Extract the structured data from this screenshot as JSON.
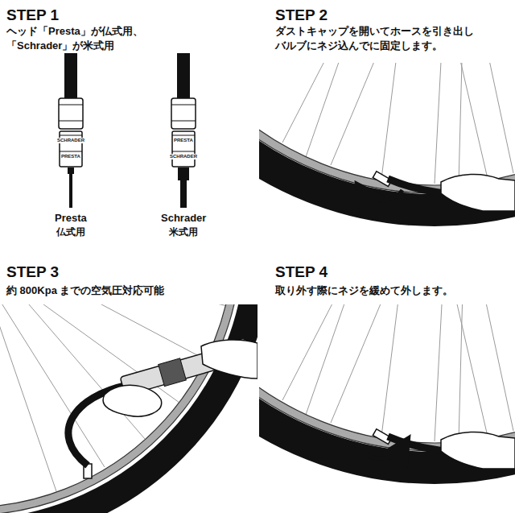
{
  "diagram": {
    "labels": [
      "STEP 1",
      "ヘッド「Presta」が仏式用、 「Schrader」が米式用",
      "SCHRADER",
      "PRESTA",
      "PRESTA",
      "SCHRADER",
      "Presta",
      "仏式用",
      "Schrader",
      "米式用",
      "STEP 2",
      "ダストキャップを開いてホースを引き出し バルブにネジ込んでに固定します。",
      "STEP 3",
      "約 800Kpa までの空気圧対応可能",
      "STEP 4",
      "取り外す際にネジを緩めて外します。"
    ]
  }
}
